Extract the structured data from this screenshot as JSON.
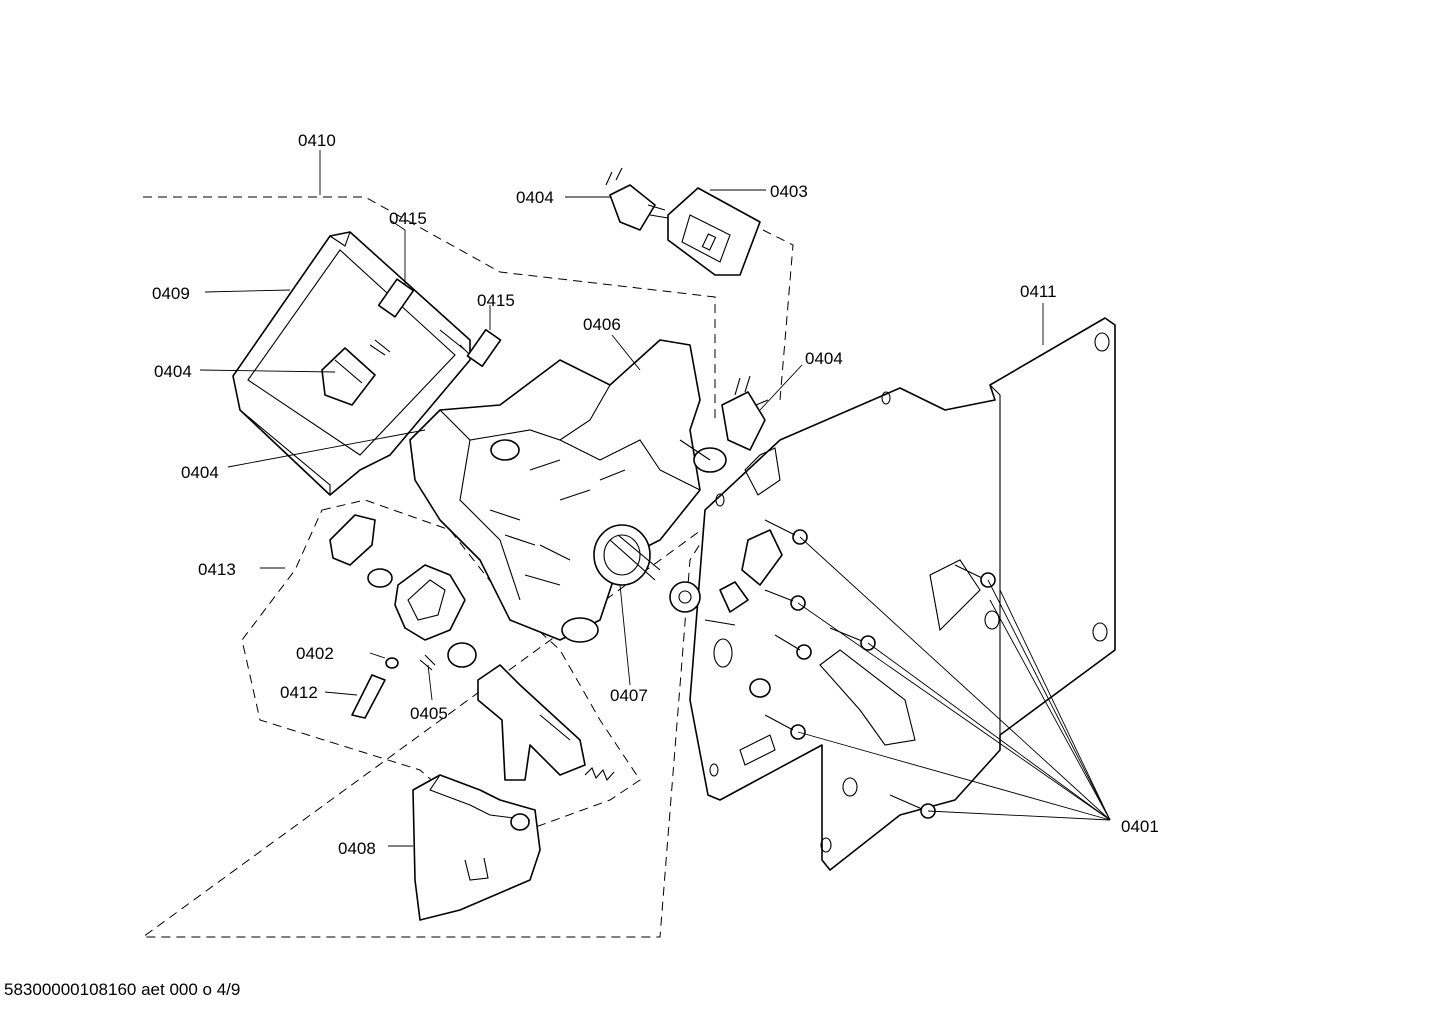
{
  "labels": {
    "l0410": "0410",
    "l0415a": "0415",
    "l0415b": "0415",
    "l0409": "0409",
    "l0404a": "0404",
    "l0404b": "0404",
    "l0404c": "0404",
    "l0404d": "0404",
    "l0403": "0403",
    "l0406": "0406",
    "l0411": "0411",
    "l0413": "0413",
    "l0402": "0402",
    "l0412": "0412",
    "l0405": "0405",
    "l0407": "0407",
    "l0408": "0408",
    "l0401": "0401"
  },
  "footer": {
    "text": "58300000108160 aet 000 o 4/9"
  },
  "colors": {
    "line": "#000000",
    "background": "#ffffff"
  }
}
